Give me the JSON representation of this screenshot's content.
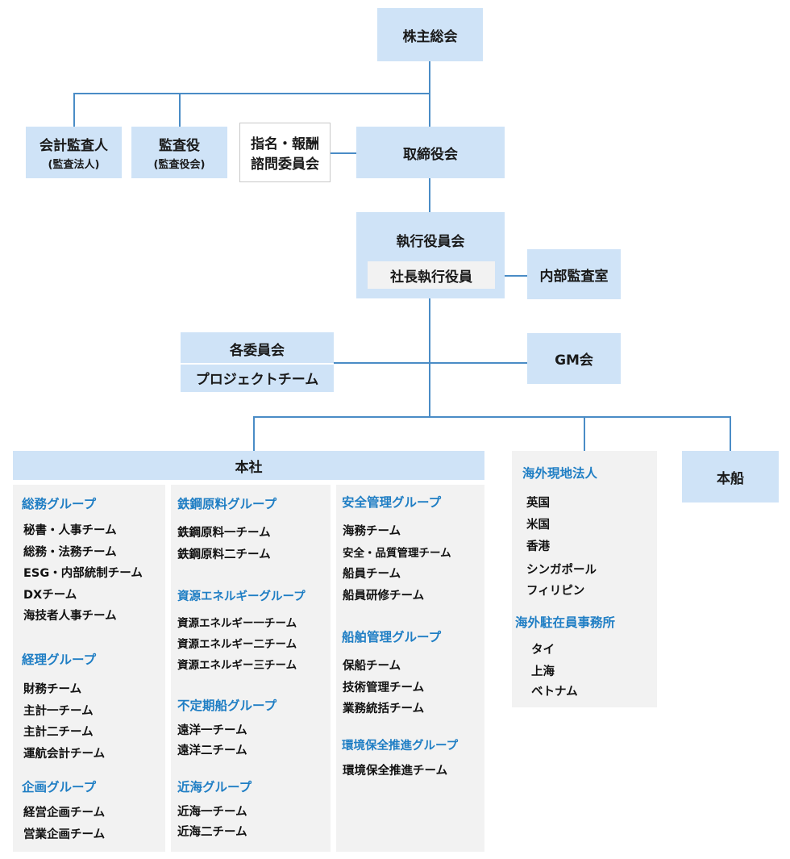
{
  "top": {
    "shareholders": "株主総会",
    "accounting_auditor": {
      "name": "会計監査人",
      "sub": "(監査法人)"
    },
    "auditors": {
      "name": "監査役",
      "sub": "(監査役会)"
    },
    "nomination": {
      "line1": "指名・報酬",
      "line2": "諮問委員会"
    },
    "board": "取締役会",
    "exec_board": "執行役員会",
    "president": "社長執行役員",
    "internal_audit": "内部監査室",
    "committees": "各委員会",
    "project_team": "プロジェクトチーム",
    "gm": "GM会"
  },
  "honsha": {
    "label": "本社",
    "col1": {
      "groups": [
        {
          "title": "総務グループ",
          "items": [
            "秘書・人事チーム",
            "総務・法務チーム",
            "ESG・内部統制チーム",
            "DXチーム",
            "海技者人事チーム"
          ]
        },
        {
          "title": "経理グループ",
          "items": [
            "財務チーム",
            "主計一チーム",
            "主計二チーム",
            "運航会計チーム"
          ]
        },
        {
          "title": "企画グループ",
          "items": [
            "経営企画チーム",
            "営業企画チーム"
          ]
        }
      ]
    },
    "col2": {
      "groups": [
        {
          "title": "鉄鋼原料グループ",
          "items": [
            "鉄鋼原料一チーム",
            "鉄鋼原料二チーム"
          ]
        },
        {
          "title": "資源エネルギーグループ",
          "items": [
            "資源エネルギー一チーム",
            "資源エネルギー二チーム",
            "資源エネルギー三チーム"
          ]
        },
        {
          "title": "不定期船グループ",
          "items": [
            "遠洋一チーム",
            "遠洋二チーム"
          ]
        },
        {
          "title": "近海グループ",
          "items": [
            "近海一チーム",
            "近海二チーム"
          ]
        }
      ]
    },
    "col3": {
      "groups": [
        {
          "title": "安全管理グループ",
          "items": [
            "海務チーム",
            "安全・品質管理チーム",
            "船員チーム",
            "船員研修チーム"
          ]
        },
        {
          "title": "船舶管理グループ",
          "items": [
            "保船チーム",
            "技術管理チーム",
            "業務統括チーム"
          ]
        },
        {
          "title": "環境保全推進グループ",
          "items": [
            "環境保全推進チーム"
          ]
        }
      ]
    }
  },
  "overseas": {
    "subsidiaries_title": "海外現地法人",
    "subsidiaries": [
      "英国",
      "米国",
      "香港",
      "シンガポール",
      "フィリピン"
    ],
    "offices_title": "海外駐在員事務所",
    "offices": [
      "タイ",
      "上海",
      "ベトナム"
    ]
  },
  "ship": "本船",
  "colors": {
    "box": "#cfe3f7",
    "line": "#4a8cc6",
    "group_title": "#1f7ec4",
    "panel": "#f2f2f2"
  }
}
